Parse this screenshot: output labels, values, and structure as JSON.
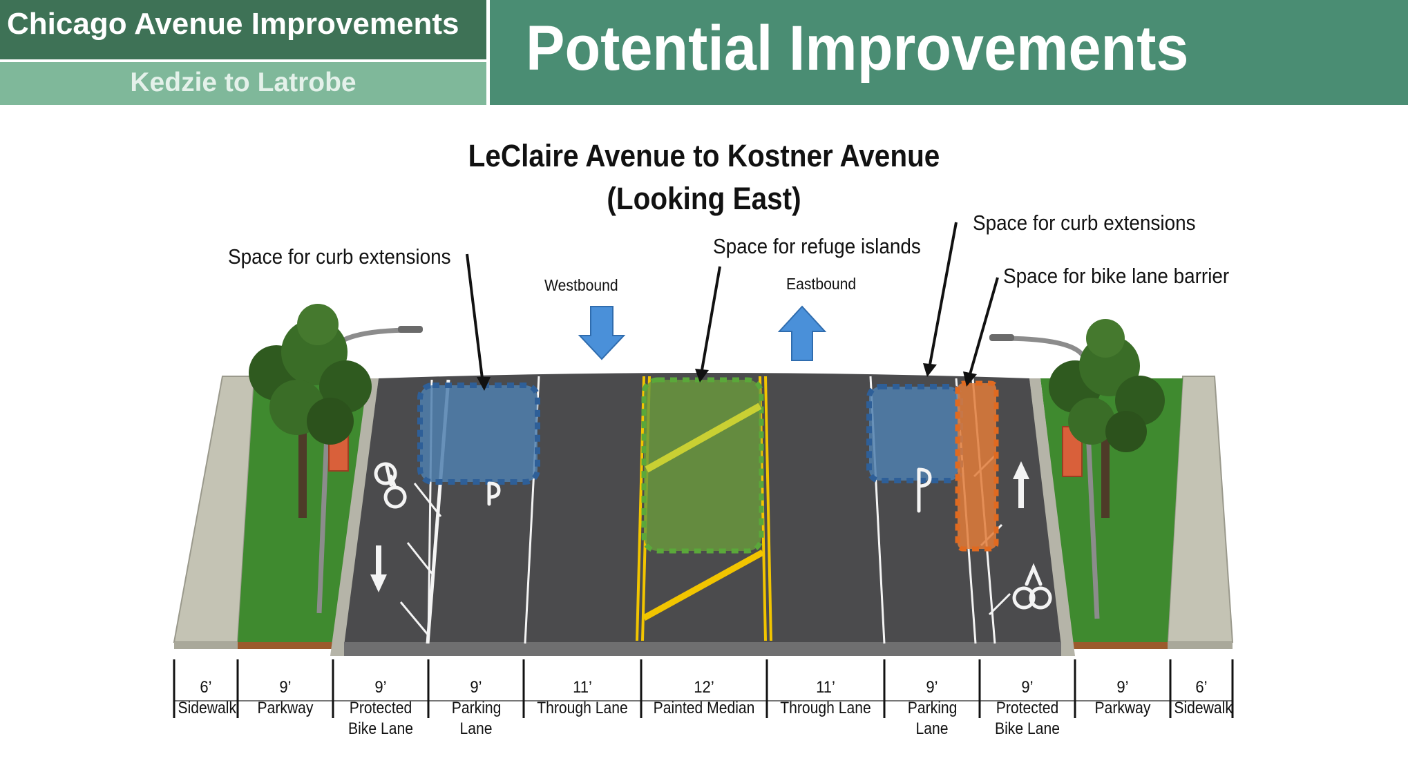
{
  "header": {
    "project_title": "Chicago Avenue Improvements",
    "segment": "Kedzie to Latrobe",
    "page_title": "Potential Improvements"
  },
  "diagram": {
    "title_line1": "LeClaire Avenue to Kostner Avenue",
    "title_line2": "(Looking East)",
    "callouts": {
      "curb_left": "Space for curb extensions",
      "refuge": "Space for refuge islands",
      "curb_right": "Space for curb extensions",
      "bike_barrier": "Space for bike lane barrier"
    },
    "directions": {
      "westbound": "Westbound",
      "eastbound": "Eastbound"
    },
    "colors": {
      "curb_extension": "#4f7fae",
      "refuge_island": "#6a9a3c",
      "bike_barrier": "#e07b39",
      "median_line": "#f2c500",
      "header_dark": "#3e7256",
      "header_light": "#7fb89a",
      "header_main": "#4a8d73"
    },
    "cross_section": [
      {
        "width": "6’",
        "name": "Sidewalk"
      },
      {
        "width": "9’",
        "name": "Parkway"
      },
      {
        "width": "9’",
        "name": "Protected Bike Lane"
      },
      {
        "width": "9’",
        "name": "Parking Lane"
      },
      {
        "width": "11’",
        "name": "Through Lane"
      },
      {
        "width": "12’",
        "name": "Painted Median"
      },
      {
        "width": "11’",
        "name": "Through Lane"
      },
      {
        "width": "9’",
        "name": "Parking Lane"
      },
      {
        "width": "9’",
        "name": "Protected Bike Lane"
      },
      {
        "width": "9’",
        "name": "Parkway"
      },
      {
        "width": "6’",
        "name": "Sidewalk"
      }
    ]
  }
}
